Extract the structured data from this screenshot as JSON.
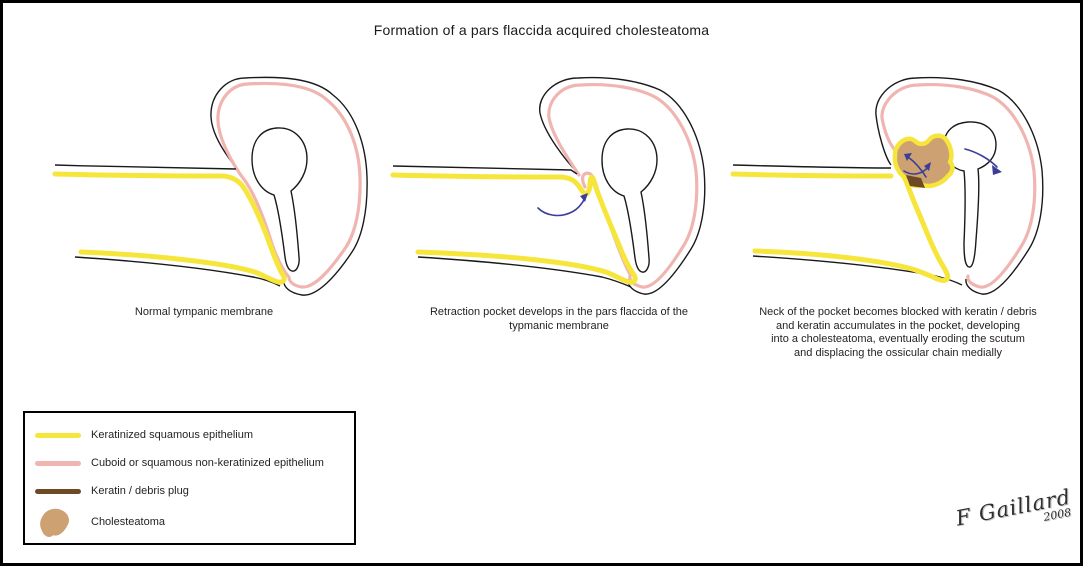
{
  "title": "Formation of a pars flaccida acquired cholesteatoma",
  "panels": [
    {
      "caption": "Normal tympanic membrane"
    },
    {
      "caption": "Retraction pocket develops in the pars flaccida of the\ntypmanic membrane"
    },
    {
      "caption": "Neck of the pocket becomes blocked with keratin / debris\nand keratin accumulates in the pocket, developing\ninto a cholesteatoma, eventually eroding the scutum\nand displacing the ossicular chain medially"
    }
  ],
  "legend": {
    "items": [
      {
        "swatch": "yellow-line",
        "label": "Keratinized squamous epithelium"
      },
      {
        "swatch": "pink-line",
        "label": "Cuboid or squamous non-keratinized epithelium"
      },
      {
        "swatch": "brown-line",
        "label": "Keratin / debris plug"
      },
      {
        "swatch": "tan-blob",
        "label": "Cholesteatoma"
      }
    ]
  },
  "signature": {
    "name": "F Gaillard",
    "year": "2008"
  },
  "colors": {
    "yellow": "#F6E63C",
    "pink": "#F0B5B1",
    "brown": "#6E4A24",
    "tan": "#CEA173",
    "arrow_blue": "#3A3E96",
    "outline": "#1A1A1A"
  }
}
